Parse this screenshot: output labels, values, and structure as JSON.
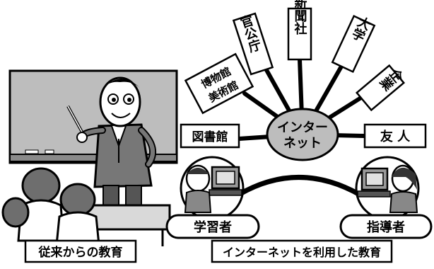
{
  "center": {
    "line1": "インター",
    "line2": "ネット"
  },
  "spokes": {
    "library": "図書館",
    "museum_line1": "博物館",
    "museum_line2": "美術館",
    "government": "官公庁",
    "newspaper": "新聞社",
    "university": "大学",
    "company": "企業",
    "friend": "友 人"
  },
  "people": {
    "learner": "学習者",
    "instructor": "指導者"
  },
  "captions": {
    "traditional": "従来からの教育",
    "internet": "インターネットを利用した教育"
  }
}
